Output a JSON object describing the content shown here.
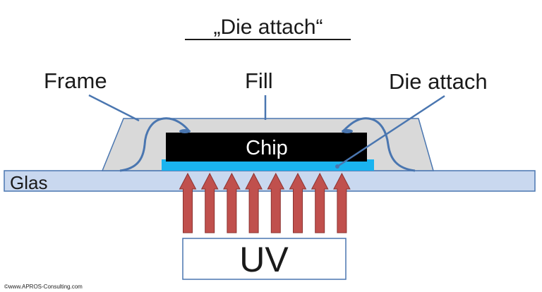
{
  "diagram": {
    "title": "„Die attach“",
    "labels": {
      "frame": "Frame",
      "fill": "Fill",
      "die_attach": "Die attach",
      "glas": "Glas",
      "chip": "Chip",
      "uv": "UV"
    },
    "copyright": "©www.APROS-Consulting.com",
    "colors": {
      "frame_fill": "#d9d9d9",
      "frame_stroke": "#4a76b0",
      "glass_fill": "#c9d8ef",
      "glass_stroke": "#4a76b0",
      "chip_fill": "#000000",
      "die_attach_layer": "#1ab4f0",
      "uv_arrow_fill": "#c0504d",
      "uv_arrow_stroke": "#8c3331",
      "wire": "#4a76b0",
      "leader_line": "#4a76b0"
    },
    "uv_arrow_count": 8
  }
}
